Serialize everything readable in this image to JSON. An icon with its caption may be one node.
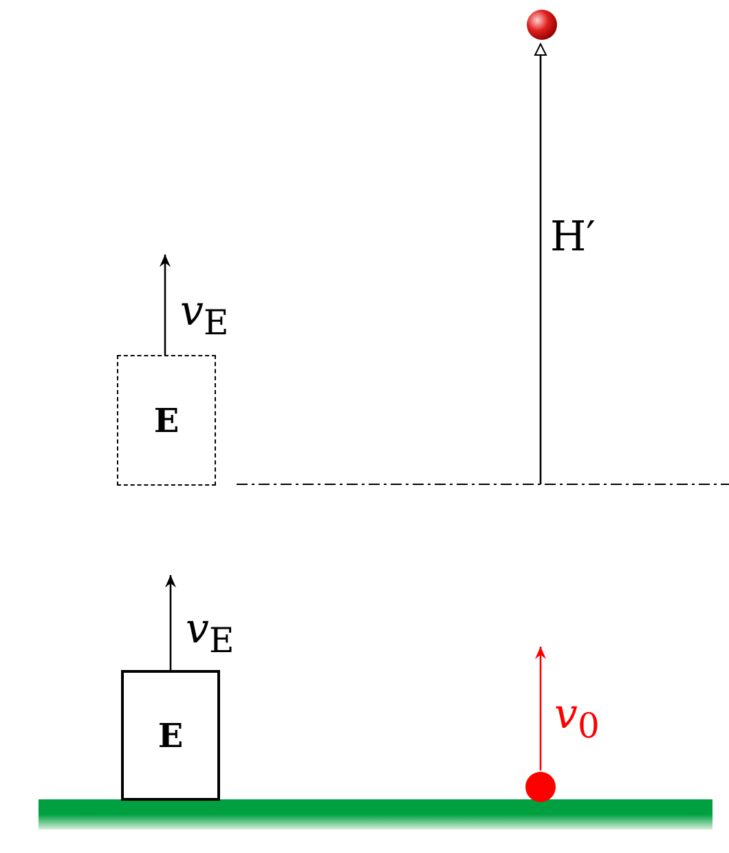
{
  "diagram": {
    "nodes": [
      {
        "text": [],
        "shape": "circle"
      },
      {
        "text": [
          "E"
        ]
      },
      {
        "text": [
          "E"
        ]
      },
      {
        "text": [],
        "shape": "circle"
      }
    ],
    "labels": [
      "H′",
      "*v*$_{E}$",
      "*v*$_{E}$",
      "*v*$_{0}$"
    ]
  }
}
